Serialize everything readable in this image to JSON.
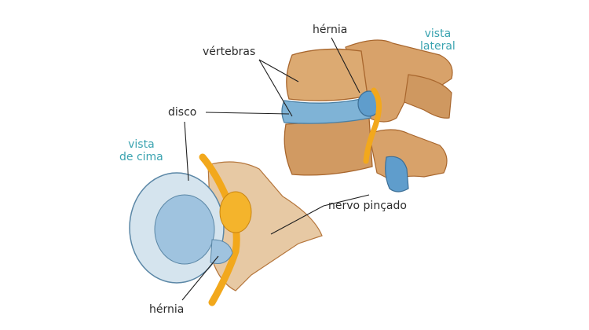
{
  "labels": {
    "hernia_top": "hérnia",
    "vertebrae": "vértebras",
    "disc": "disco",
    "pinched_nerve": "nervo pinçado",
    "hernia_bottom": "hérnia"
  },
  "views": {
    "lateral_line1": "vista",
    "lateral_line2": "lateral",
    "top_line1": "vista",
    "top_line2": "de cima"
  },
  "colors": {
    "bone": "#d8a26a",
    "bone_dark": "#b5763c",
    "disc_blue": "#7fb3d6",
    "nerve": "#f2a81c",
    "label_teal": "#3aa3b0",
    "leader": "#1e1e1e"
  }
}
